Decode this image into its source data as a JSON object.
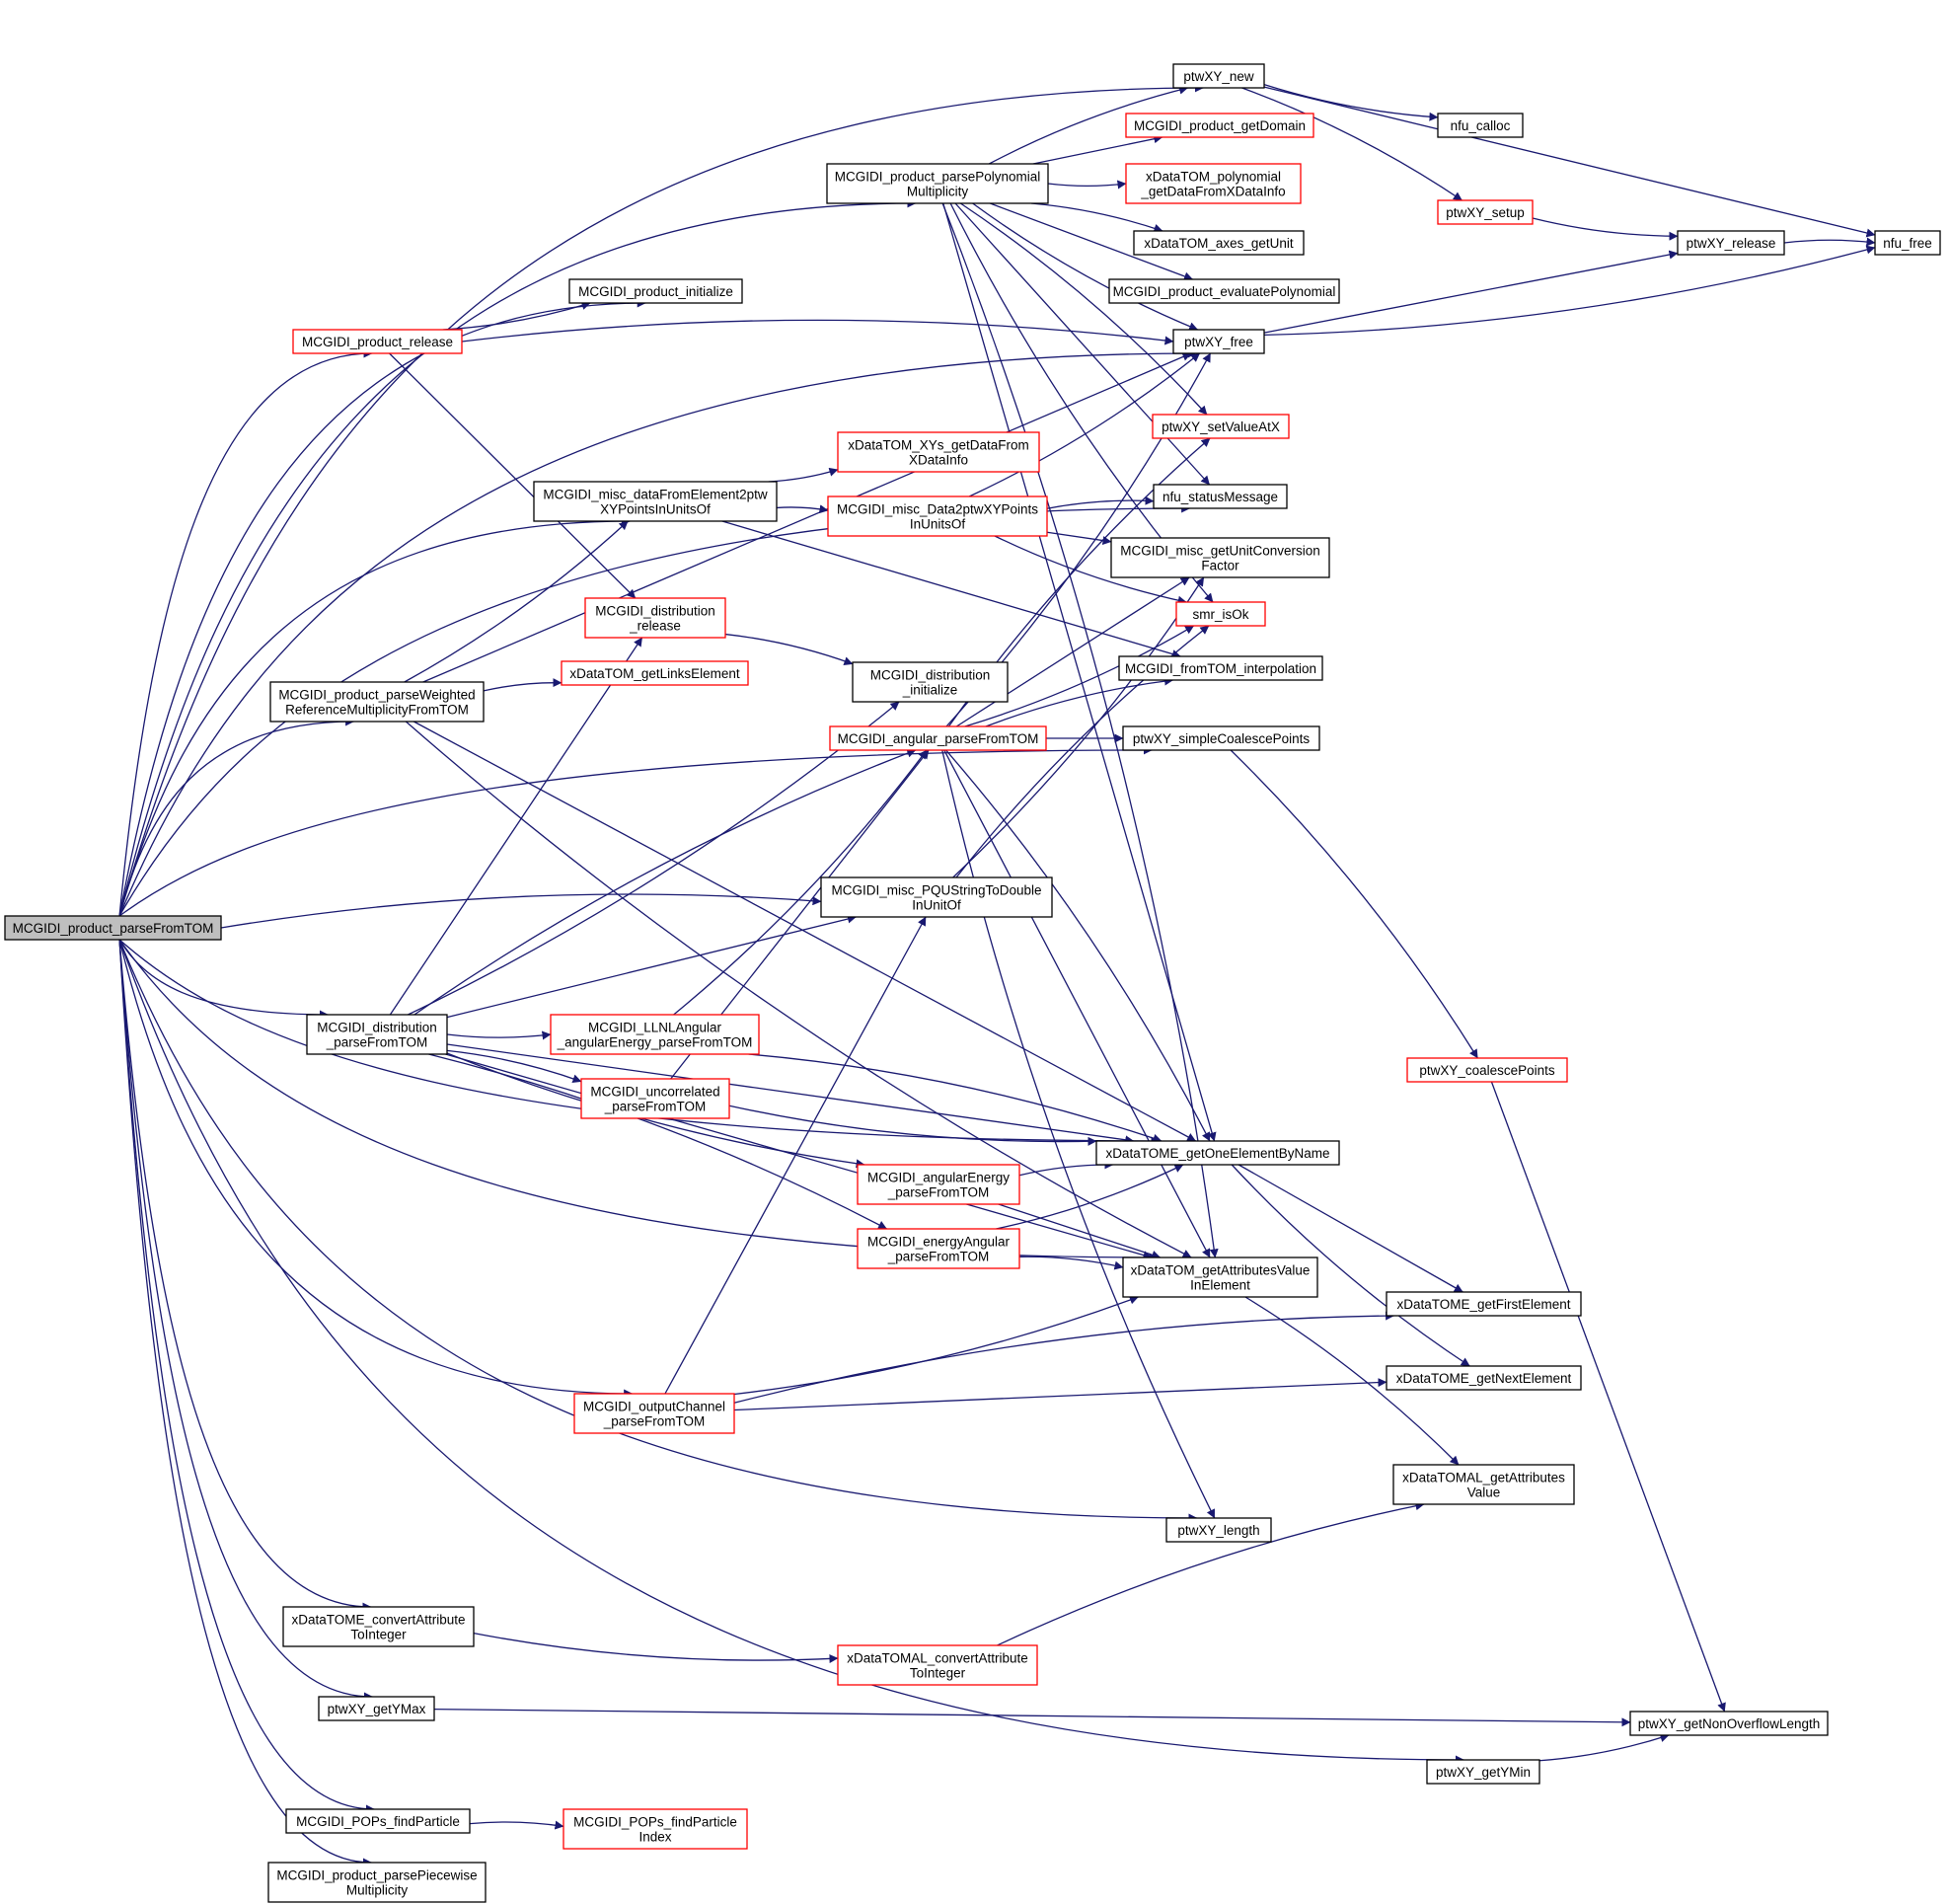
{
  "colors": {
    "edge": "#191970",
    "normal_border": "#000000",
    "red_border": "#ff0000",
    "root_fill": "#bfbfbf"
  },
  "nodes": {
    "root": {
      "lines": [
        "MCGIDI_product_parseFromTOM"
      ],
      "style": "root"
    },
    "ptwXY_new": {
      "lines": [
        "ptwXY_new"
      ],
      "style": "normal"
    },
    "product_getDomain": {
      "lines": [
        "MCGIDI_product_getDomain"
      ],
      "style": "red"
    },
    "nfu_calloc": {
      "lines": [
        "nfu_calloc"
      ],
      "style": "normal"
    },
    "parsePolynomial": {
      "lines": [
        "MCGIDI_product_parsePolynomial",
        "Multiplicity"
      ],
      "style": "normal"
    },
    "xpoly": {
      "lines": [
        "xDataTOM_polynomial",
        "_getDataFromXDataInfo"
      ],
      "style": "red"
    },
    "ptwXY_setup": {
      "lines": [
        "ptwXY_setup"
      ],
      "style": "red"
    },
    "nfu_free": {
      "lines": [
        "nfu_free"
      ],
      "style": "normal"
    },
    "ptwXY_release": {
      "lines": [
        "ptwXY_release"
      ],
      "style": "normal"
    },
    "axes_getUnit": {
      "lines": [
        "xDataTOM_axes_getUnit"
      ],
      "style": "normal"
    },
    "product_initialize": {
      "lines": [
        "MCGIDI_product_initialize"
      ],
      "style": "normal"
    },
    "evaluatePolynomial": {
      "lines": [
        "MCGIDI_product_evaluatePolynomial"
      ],
      "style": "normal"
    },
    "product_release": {
      "lines": [
        "MCGIDI_product_release"
      ],
      "style": "red"
    },
    "ptwXY_free": {
      "lines": [
        "ptwXY_free"
      ],
      "style": "normal"
    },
    "setValueAtX": {
      "lines": [
        "ptwXY_setValueAtX"
      ],
      "style": "red"
    },
    "xys_getData": {
      "lines": [
        "xDataTOM_XYs_getDataFrom",
        "XDataInfo"
      ],
      "style": "red"
    },
    "dataFromElement": {
      "lines": [
        "MCGIDI_misc_dataFromElement2ptw",
        "XYPointsInUnitsOf"
      ],
      "style": "normal"
    },
    "data2ptw": {
      "lines": [
        "MCGIDI_misc_Data2ptwXYPoints",
        "InUnitsOf"
      ],
      "style": "red"
    },
    "nfu_statusMessage": {
      "lines": [
        "nfu_statusMessage"
      ],
      "style": "normal"
    },
    "unitConversion": {
      "lines": [
        "MCGIDI_misc_getUnitConversion",
        "Factor"
      ],
      "style": "normal"
    },
    "dist_release": {
      "lines": [
        "MCGIDI_distribution",
        "_release"
      ],
      "style": "red"
    },
    "smr_isOk": {
      "lines": [
        "smr_isOk"
      ],
      "style": "red"
    },
    "fromTOM_interp": {
      "lines": [
        "MCGIDI_fromTOM_interpolation"
      ],
      "style": "normal"
    },
    "weighted": {
      "lines": [
        "MCGIDI_product_parseWeighted",
        "ReferenceMultiplicityFromTOM"
      ],
      "style": "normal"
    },
    "getLinksElement": {
      "lines": [
        "xDataTOM_getLinksElement"
      ],
      "style": "red"
    },
    "dist_initialize": {
      "lines": [
        "MCGIDI_distribution",
        "_initialize"
      ],
      "style": "normal"
    },
    "angular": {
      "lines": [
        "MCGIDI_angular_parseFromTOM"
      ],
      "style": "red"
    },
    "simpleCoalesce": {
      "lines": [
        "ptwXY_simpleCoalescePoints"
      ],
      "style": "normal"
    },
    "pqu": {
      "lines": [
        "MCGIDI_misc_PQUStringToDouble",
        "InUnitOf"
      ],
      "style": "normal"
    },
    "dist_parse": {
      "lines": [
        "MCGIDI_distribution",
        "_parseFromTOM"
      ],
      "style": "normal"
    },
    "llnl": {
      "lines": [
        "MCGIDI_LLNLAngular",
        "_angularEnergy_parseFromTOM"
      ],
      "style": "red"
    },
    "coalesce": {
      "lines": [
        "ptwXY_coalescePoints"
      ],
      "style": "red"
    },
    "uncorrelated": {
      "lines": [
        "MCGIDI_uncorrelated",
        "_parseFromTOM"
      ],
      "style": "red"
    },
    "getOneElement": {
      "lines": [
        "xDataTOME_getOneElementByName"
      ],
      "style": "normal"
    },
    "angularEnergy": {
      "lines": [
        "MCGIDI_angularEnergy",
        "_parseFromTOM"
      ],
      "style": "red"
    },
    "energyAngular": {
      "lines": [
        "MCGIDI_energyAngular",
        "_parseFromTOM"
      ],
      "style": "red"
    },
    "getAttrValue": {
      "lines": [
        "xDataTOM_getAttributesValue",
        "InElement"
      ],
      "style": "normal"
    },
    "getFirst": {
      "lines": [
        "xDataTOME_getFirstElement"
      ],
      "style": "normal"
    },
    "getNext": {
      "lines": [
        "xDataTOME_getNextElement"
      ],
      "style": "normal"
    },
    "outputChannel": {
      "lines": [
        "MCGIDI_outputChannel",
        "_parseFromTOM"
      ],
      "style": "red"
    },
    "tomal_getAttr": {
      "lines": [
        "xDataTOMAL_getAttributes",
        "Value"
      ],
      "style": "normal"
    },
    "ptwXY_length": {
      "lines": [
        "ptwXY_length"
      ],
      "style": "normal"
    },
    "tome_convert": {
      "lines": [
        "xDataTOME_convertAttribute",
        "ToInteger"
      ],
      "style": "normal"
    },
    "tomal_convert": {
      "lines": [
        "xDataTOMAL_convertAttribute",
        "ToInteger"
      ],
      "style": "red"
    },
    "getYMax": {
      "lines": [
        "ptwXY_getYMax"
      ],
      "style": "normal"
    },
    "nonOverflow": {
      "lines": [
        "ptwXY_getNonOverflowLength"
      ],
      "style": "normal"
    },
    "getYMin": {
      "lines": [
        "ptwXY_getYMin"
      ],
      "style": "normal"
    },
    "pops_find": {
      "lines": [
        "MCGIDI_POPs_findParticle"
      ],
      "style": "normal"
    },
    "pops_findIndex": {
      "lines": [
        "MCGIDI_POPs_findParticle",
        "Index"
      ],
      "style": "red"
    },
    "piecewise": {
      "lines": [
        "MCGIDI_product_parsePiecewise",
        "Multiplicity"
      ],
      "style": "normal"
    }
  },
  "edges": [
    [
      "root",
      "ptwXY_new"
    ],
    [
      "root",
      "parsePolynomial"
    ],
    [
      "root",
      "product_initialize"
    ],
    [
      "root",
      "product_release"
    ],
    [
      "root",
      "ptwXY_free"
    ],
    [
      "root",
      "nfu_statusMessage"
    ],
    [
      "root",
      "dataFromElement"
    ],
    [
      "root",
      "simpleCoalesce"
    ],
    [
      "root",
      "weighted"
    ],
    [
      "root",
      "pqu"
    ],
    [
      "root",
      "dist_parse"
    ],
    [
      "root",
      "getOneElement"
    ],
    [
      "root",
      "outputChannel"
    ],
    [
      "root",
      "getAttrValue"
    ],
    [
      "root",
      "ptwXY_length"
    ],
    [
      "root",
      "tome_convert"
    ],
    [
      "root",
      "getYMax"
    ],
    [
      "root",
      "getYMin"
    ],
    [
      "root",
      "pops_find"
    ],
    [
      "root",
      "piecewise"
    ],
    [
      "ptwXY_new",
      "nfu_calloc"
    ],
    [
      "ptwXY_new",
      "ptwXY_setup"
    ],
    [
      "ptwXY_new",
      "nfu_free"
    ],
    [
      "ptwXY_setup",
      "ptwXY_release"
    ],
    [
      "ptwXY_release",
      "nfu_free"
    ],
    [
      "ptwXY_free",
      "ptwXY_release"
    ],
    [
      "ptwXY_free",
      "nfu_free"
    ],
    [
      "parsePolynomial",
      "ptwXY_new"
    ],
    [
      "parsePolynomial",
      "product_getDomain"
    ],
    [
      "parsePolynomial",
      "xpoly"
    ],
    [
      "parsePolynomial",
      "axes_getUnit"
    ],
    [
      "parsePolynomial",
      "evaluatePolynomial"
    ],
    [
      "parsePolynomial",
      "ptwXY_free"
    ],
    [
      "parsePolynomial",
      "setValueAtX"
    ],
    [
      "parsePolynomial",
      "nfu_statusMessage"
    ],
    [
      "parsePolynomial",
      "smr_isOk"
    ],
    [
      "parsePolynomial",
      "getAttrValue"
    ],
    [
      "parsePolynomial",
      "getOneElement"
    ],
    [
      "product_release",
      "product_initialize"
    ],
    [
      "product_release",
      "ptwXY_free"
    ],
    [
      "product_release",
      "dist_release"
    ],
    [
      "dataFromElement",
      "xys_getData"
    ],
    [
      "dataFromElement",
      "data2ptw"
    ],
    [
      "dataFromElement",
      "fromTOM_interp"
    ],
    [
      "data2ptw",
      "ptwXY_free"
    ],
    [
      "data2ptw",
      "nfu_statusMessage"
    ],
    [
      "data2ptw",
      "unitConversion"
    ],
    [
      "data2ptw",
      "smr_isOk"
    ],
    [
      "dist_release",
      "dist_initialize"
    ],
    [
      "weighted",
      "ptwXY_free"
    ],
    [
      "weighted",
      "dataFromElement"
    ],
    [
      "weighted",
      "getLinksElement"
    ],
    [
      "weighted",
      "getOneElement"
    ],
    [
      "weighted",
      "getAttrValue"
    ],
    [
      "angular",
      "fromTOM_interp"
    ],
    [
      "angular",
      "simpleCoalesce"
    ],
    [
      "angular",
      "ptwXY_free"
    ],
    [
      "angular",
      "setValueAtX"
    ],
    [
      "angular",
      "unitConversion"
    ],
    [
      "angular",
      "smr_isOk"
    ],
    [
      "angular",
      "getOneElement"
    ],
    [
      "angular",
      "getAttrValue"
    ],
    [
      "angular",
      "ptwXY_length"
    ],
    [
      "simpleCoalesce",
      "coalesce"
    ],
    [
      "coalesce",
      "nonOverflow"
    ],
    [
      "pqu",
      "unitConversion"
    ],
    [
      "pqu",
      "smr_isOk"
    ],
    [
      "dist_parse",
      "dist_release"
    ],
    [
      "dist_parse",
      "dist_initialize"
    ],
    [
      "dist_parse",
      "angular"
    ],
    [
      "dist_parse",
      "pqu"
    ],
    [
      "dist_parse",
      "llnl"
    ],
    [
      "dist_parse",
      "uncorrelated"
    ],
    [
      "dist_parse",
      "getOneElement"
    ],
    [
      "dist_parse",
      "angularEnergy"
    ],
    [
      "dist_parse",
      "energyAngular"
    ],
    [
      "dist_parse",
      "getAttrValue"
    ],
    [
      "llnl",
      "angular"
    ],
    [
      "llnl",
      "getOneElement"
    ],
    [
      "uncorrelated",
      "angular"
    ],
    [
      "uncorrelated",
      "getOneElement"
    ],
    [
      "angularEnergy",
      "getOneElement"
    ],
    [
      "angularEnergy",
      "getAttrValue"
    ],
    [
      "energyAngular",
      "getOneElement"
    ],
    [
      "energyAngular",
      "getAttrValue"
    ],
    [
      "getOneElement",
      "getFirst"
    ],
    [
      "getOneElement",
      "getNext"
    ],
    [
      "getAttrValue",
      "tomal_getAttr"
    ],
    [
      "outputChannel",
      "pqu"
    ],
    [
      "outputChannel",
      "getAttrValue"
    ],
    [
      "outputChannel",
      "getFirst"
    ],
    [
      "outputChannel",
      "getNext"
    ],
    [
      "tome_convert",
      "tomal_convert"
    ],
    [
      "tomal_convert",
      "tomal_getAttr"
    ],
    [
      "getYMax",
      "nonOverflow"
    ],
    [
      "getYMin",
      "nonOverflow"
    ],
    [
      "pops_find",
      "pops_findIndex"
    ]
  ]
}
